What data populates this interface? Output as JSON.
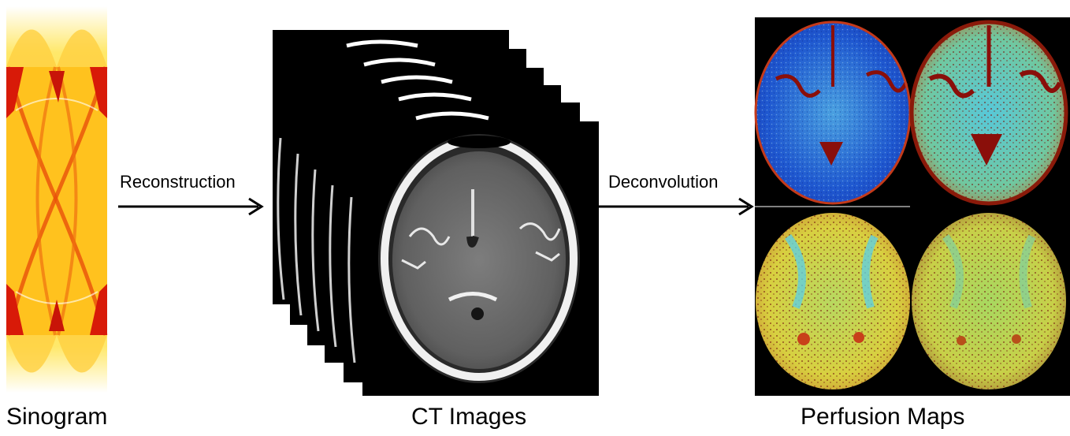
{
  "panels": {
    "sinogram": {
      "caption": "Sinogram"
    },
    "ct": {
      "caption": "CT Images"
    },
    "perfusion": {
      "caption": "Perfusion Maps"
    }
  },
  "steps": [
    {
      "label": "Reconstruction"
    },
    {
      "label": "Deconvolution"
    }
  ],
  "colors": {
    "sinogram_base": "#ffe23a",
    "sinogram_hot": "#e21d0a",
    "ct_background": "#000000",
    "perfusion_blue": "#2060d8",
    "perfusion_red": "#8a0f0a",
    "perfusion_cyan": "#56d8d0",
    "perfusion_yellow": "#e8e040"
  }
}
